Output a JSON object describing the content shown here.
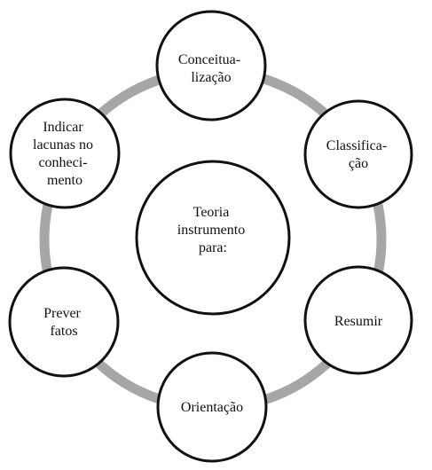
{
  "center": {
    "lines": [
      "Teoria",
      "instrumento",
      "para:"
    ]
  },
  "nodes": [
    {
      "id": "conceitualizacao",
      "lines": [
        "Conceitua-",
        "lização"
      ]
    },
    {
      "id": "classificacao",
      "lines": [
        "Classifica-",
        "ção"
      ]
    },
    {
      "id": "resumir",
      "lines": [
        "Resumir"
      ]
    },
    {
      "id": "orientacao",
      "lines": [
        "Orientação"
      ]
    },
    {
      "id": "prever-fatos",
      "lines": [
        "Prever",
        "fatos"
      ]
    },
    {
      "id": "indicar-lacunas",
      "lines": [
        "Indicar",
        "lacunas no",
        "conheci-",
        "mento"
      ]
    }
  ],
  "colors": {
    "ring": "#a6a6a6",
    "stroke": "#111111",
    "fill": "#ffffff"
  }
}
